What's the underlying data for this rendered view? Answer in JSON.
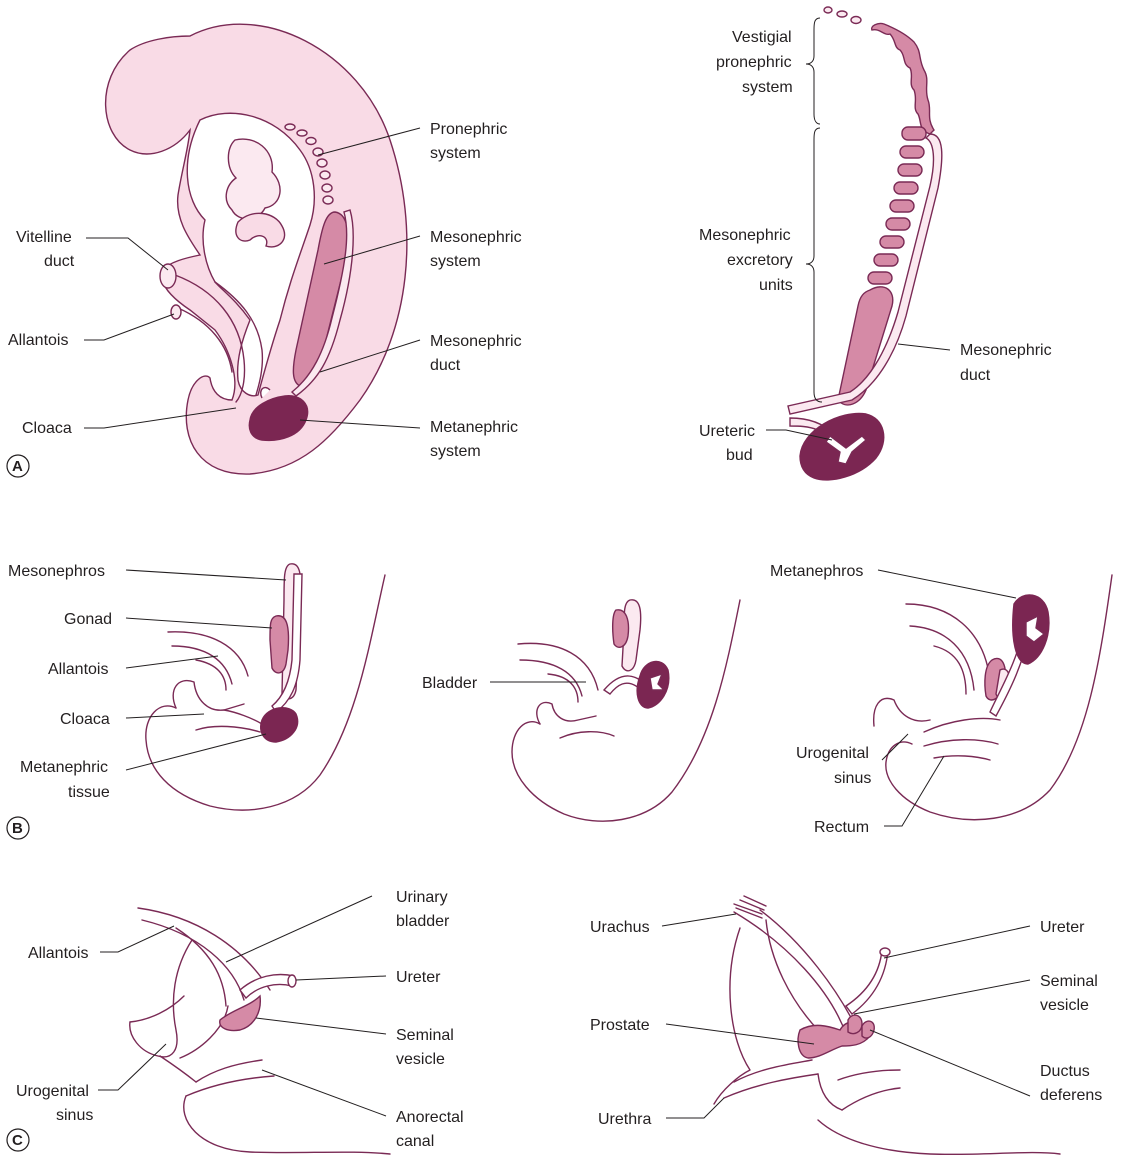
{
  "panel_a": {
    "badge": "A",
    "embryo_labels": {
      "pronephric_system": [
        "Pronephric",
        "system"
      ],
      "vitelline_duct": [
        "Vitelline",
        "duct"
      ],
      "mesonephric_system": [
        "Mesonephric",
        "system"
      ],
      "allantois": [
        "Allantois"
      ],
      "mesonephric_duct": [
        "Mesonephric",
        "duct"
      ],
      "cloaca": [
        "Cloaca"
      ],
      "metanephric_system": [
        "Metanephric",
        "system"
      ]
    },
    "detail_labels": {
      "vestigial_pronephric_system": [
        "Vestigial",
        "pronephric",
        "system"
      ],
      "mesonephric_excretory_units": [
        "Mesonephric",
        "excretory",
        "units"
      ],
      "mesonephric_duct": [
        "Mesonephric",
        "duct"
      ],
      "ureteric_bud": [
        "Ureteric",
        "bud"
      ]
    }
  },
  "panel_b": {
    "badge": "B",
    "labels": {
      "mesonephros": [
        "Mesonephros"
      ],
      "gonad": [
        "Gonad"
      ],
      "allantois": [
        "Allantois"
      ],
      "cloaca": [
        "Cloaca"
      ],
      "metanephric_tissue": [
        "Metanephric",
        "tissue"
      ],
      "bladder": [
        "Bladder"
      ],
      "metanephros": [
        "Metanephros"
      ],
      "urogenital_sinus": [
        "Urogenital",
        "sinus"
      ],
      "rectum": [
        "Rectum"
      ]
    }
  },
  "panel_c": {
    "badge": "C",
    "labels": {
      "urinary_bladder": [
        "Urinary",
        "bladder"
      ],
      "allantois": [
        "Allantois"
      ],
      "ureter_left": [
        "Ureter"
      ],
      "seminal_vesicle_left": [
        "Seminal",
        "vesicle"
      ],
      "urogenital_sinus": [
        "Urogenital",
        "sinus"
      ],
      "anorectal_canal": [
        "Anorectal",
        "canal"
      ],
      "urachus": [
        "Urachus"
      ],
      "ureter_right": [
        "Ureter"
      ],
      "seminal_vesicle_right": [
        "Seminal",
        "vesicle"
      ],
      "prostate": [
        "Prostate"
      ],
      "ductus_deferens": [
        "Ductus",
        "deferens"
      ],
      "urethra": [
        "Urethra"
      ]
    }
  }
}
